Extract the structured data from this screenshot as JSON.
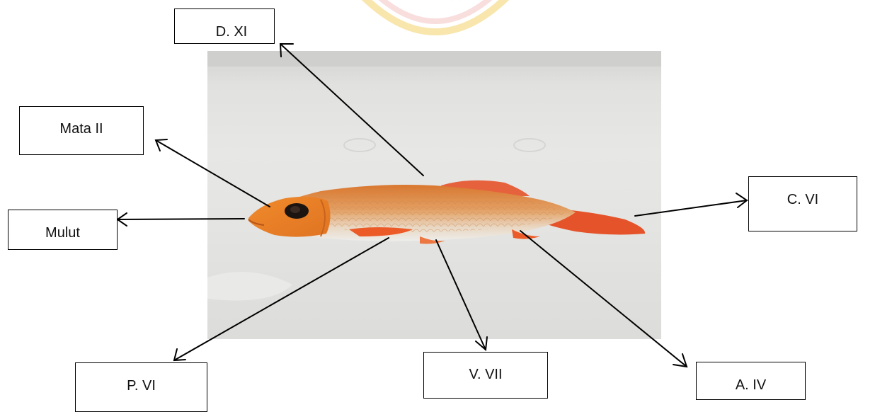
{
  "labels": {
    "dorsal": "D. XI",
    "eye": "Mata II",
    "mouth": "Mulut",
    "caudal": "C. VI",
    "pectoral": "P. VI",
    "ventral": "V. VII",
    "anal": "A. IV"
  },
  "colors": {
    "fish_body": "#e08a3a",
    "fish_fins": "#e5532a",
    "background": "#e4e4e2",
    "arrow": "#000000",
    "watermark": "#f5c6c6"
  }
}
